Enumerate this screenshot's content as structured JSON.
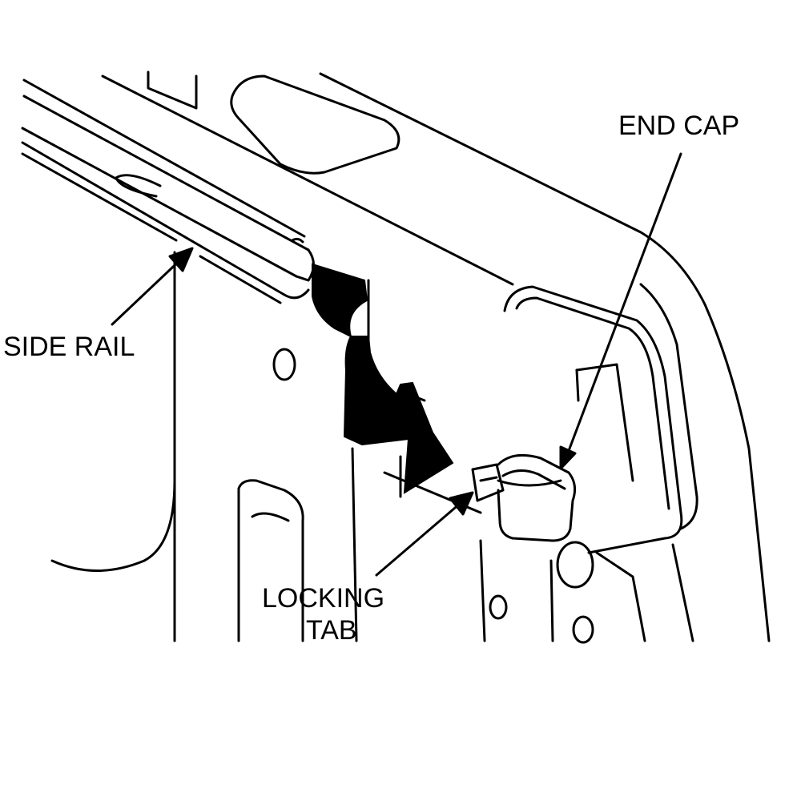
{
  "labels": {
    "end_cap": "END CAP",
    "side_rail": "SIDE RAIL",
    "locking": "LOCKING",
    "tab": "TAB"
  },
  "colors": {
    "ink": "#000000",
    "paper": "#ffffff"
  }
}
